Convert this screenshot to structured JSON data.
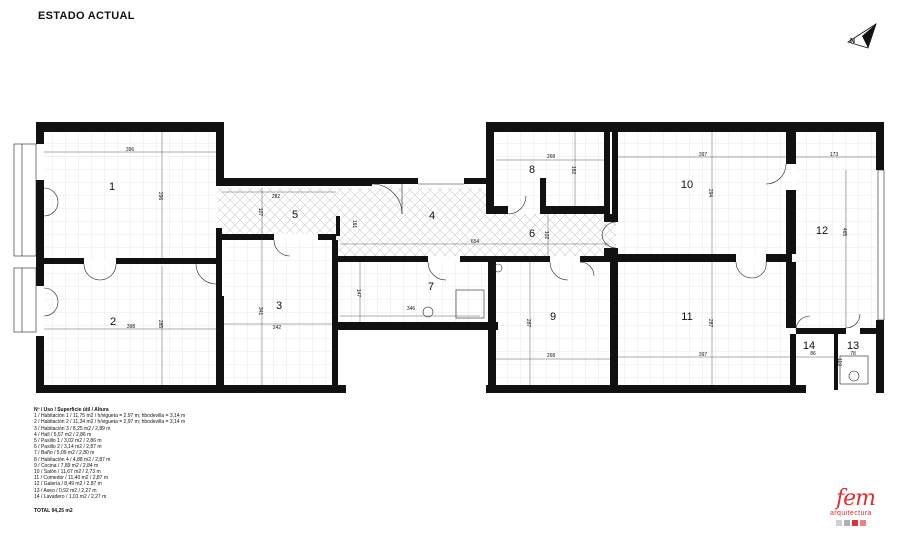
{
  "title": "ESTADO ACTUAL",
  "north_label": "N",
  "rooms": [
    {
      "num": "1"
    },
    {
      "num": "2"
    },
    {
      "num": "3"
    },
    {
      "num": "4"
    },
    {
      "num": "5"
    },
    {
      "num": "6"
    },
    {
      "num": "7"
    },
    {
      "num": "8"
    },
    {
      "num": "9"
    },
    {
      "num": "10"
    },
    {
      "num": "11"
    },
    {
      "num": "12"
    },
    {
      "num": "13"
    },
    {
      "num": "14"
    }
  ],
  "dimensions": [
    "396",
    "296",
    "398",
    "285",
    "282",
    "107",
    "161",
    "654",
    "341",
    "242",
    "147",
    "346",
    "268",
    "182",
    "102",
    "287",
    "268",
    "397",
    "294",
    "397",
    "287",
    "173",
    "465",
    "86",
    "78",
    "119"
  ],
  "legend": {
    "header": "Nº / Uso / Superficie útil / Altura",
    "lines": [
      "1 / Habitación 1 / 11,75 m2 / h/vigueta = 2,97 m; hbodevilla = 3,14 m",
      "2 / Habitación 2 / 11,34 m2 / h/vigueta = 2,97 m; hbodevilla = 3,14 m",
      "3 / Habitación 3 / 8,25 m2 / 2,89 m",
      "4 / Hall / 5,57 m2 / 2,86 m",
      "5 / Pasillo 1 / 3,02 m2 / 2,86 m",
      "6 / Pasillo 2 / 3,14 m2 / 2,87 m",
      "7 / Baño / 5,09 m2 / 2,80 m",
      "8 / Habitación 4 / 4,88 m2 / 2,87 m",
      "9 / Cocina / 7,89 m2 / 2,84 m",
      "10 / Salón / 11,67 m2 / 2,73 m",
      "11 / Comedor / 11,40 m2 / 2,87 m",
      "12 / Galería / 8,49 m2 / 2,87 m",
      "13 / Aseo / 0,92 m2 / 2,27 m",
      "14 / Lavadero / 1,01 m2 / 2,27 m"
    ],
    "total": "TOTAL 94,25 m2"
  },
  "logo": {
    "word": "fem",
    "sub": "arquitectura",
    "colors": [
      "#cfcfcf",
      "#b0b0b0",
      "#e03030",
      "#f08080"
    ]
  },
  "colors": {
    "wall": "#111111",
    "grid": "#cfcfcf",
    "hatch": "#b5b5b5",
    "accent": "#e03030"
  }
}
